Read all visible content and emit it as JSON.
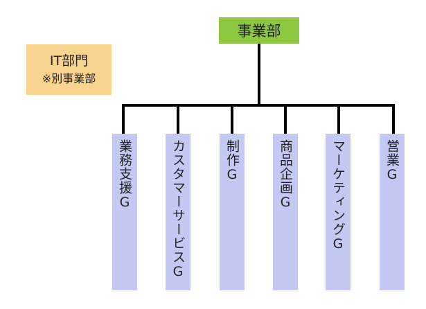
{
  "colors": {
    "root": "#8dc63f",
    "it": "#f9d48e",
    "group": "#c3c9f2",
    "line": "#000000"
  },
  "root": {
    "label": "事業部"
  },
  "it_box": {
    "title": "IT部門",
    "note": "※別事業部"
  },
  "groups": [
    {
      "label": "業務支援G"
    },
    {
      "label": "カスタマーサービスG"
    },
    {
      "label": "制作G"
    },
    {
      "label": "商品企画G"
    },
    {
      "label": "マーケティングG"
    },
    {
      "label": "営業G"
    }
  ]
}
